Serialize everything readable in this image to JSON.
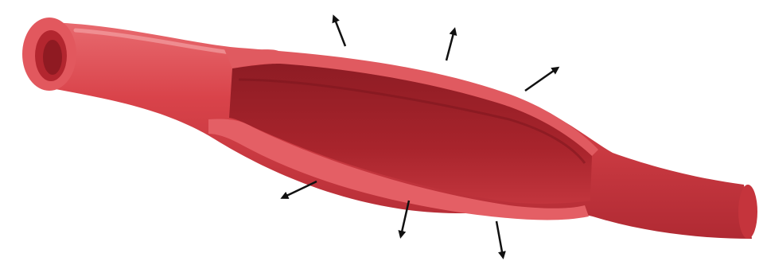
{
  "diagram": {
    "subject": "blood-vessel-cutaway",
    "arrow_count": 6,
    "arrow_direction": "outward",
    "colors": {
      "vessel_wall": "#d9434a",
      "vessel_shadow": "#b82e36",
      "vessel_highlight": "#f07c80",
      "lumen_interior": "#a8242c",
      "lumen_dark": "#8e1c24",
      "arrow": "#111111",
      "background": "#ffffff"
    },
    "icons": [
      "arrow-up-left-icon",
      "arrow-up-icon",
      "arrow-up-right-icon",
      "arrow-down-left-icon",
      "arrow-down-icon",
      "arrow-down-right-icon"
    ]
  }
}
